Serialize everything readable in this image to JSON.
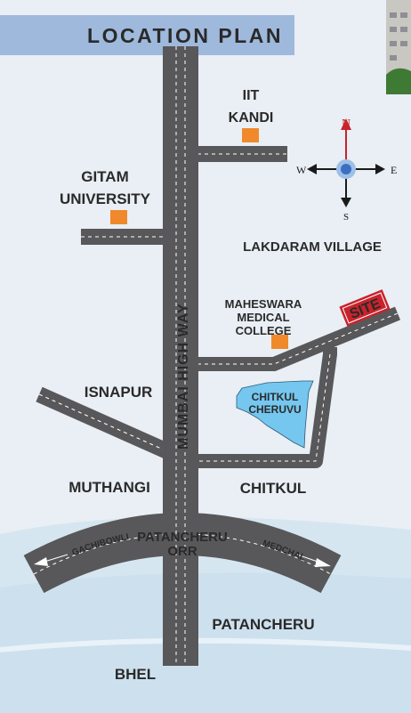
{
  "header": {
    "title": "LOCATION PLAN"
  },
  "places": {
    "iit_kandi": [
      "IIT",
      "KANDI"
    ],
    "gitam": [
      "GITAM",
      "UNIVERSITY"
    ],
    "lakdaram": "LAKDARAM VILLAGE",
    "maheswara": [
      "MAHESWARA",
      "MEDICAL",
      "COLLEGE"
    ],
    "site": "SITE",
    "isnapur": "ISNAPUR",
    "chitkul_cheruvu": [
      "CHITKUL",
      "CHERUVU"
    ],
    "muthangi": "MUTHANGI",
    "chitkul": "CHITKUL",
    "patancheru_orr": [
      "PATANCHERU",
      "ORR"
    ],
    "gachibowli": "GACHIBOWLI",
    "medchal": "MEDCHAL",
    "patancheru": "PATANCHERU",
    "bhel": "BHEL"
  },
  "roads": {
    "highway": "MUMBAI HIGH WAY"
  },
  "compass": {
    "n": "N",
    "e": "E",
    "s": "S",
    "w": "W"
  },
  "colors": {
    "road": "#58585a",
    "header_band": "#9fb9dc",
    "marker": "#f0892b",
    "lake": "#75c7ef",
    "site_badge": "#c8232c",
    "water": "#cde0ee"
  }
}
